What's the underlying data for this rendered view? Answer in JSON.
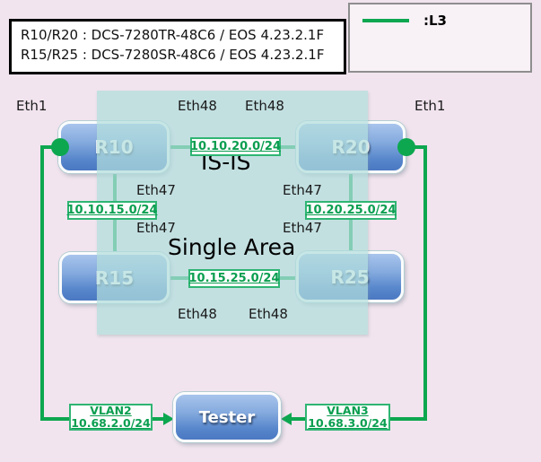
{
  "info_box": {
    "lines": [
      "R10/R20 : DCS-7280TR-48C6 / EOS 4.23.2.1F",
      "R15/R25 : DCS-7280SR-48C6 / EOS 4.23.2.1F"
    ]
  },
  "legend": {
    "l3_label": ":L3",
    "line_color": "#0da750"
  },
  "area": {
    "protocol": "IS-IS",
    "scope": "Single Area"
  },
  "devices": {
    "r10": "R10",
    "r20": "R20",
    "r15": "R15",
    "r25": "R25",
    "tester": "Tester"
  },
  "ports": {
    "r10_eth1": "Eth1",
    "r10_eth48": "Eth48",
    "r20_eth48": "Eth48",
    "r20_eth1": "Eth1",
    "r10_eth47": "Eth47",
    "r15_eth47": "Eth47",
    "r20_eth47": "Eth47",
    "r25_eth47": "Eth47",
    "r15_eth48": "Eth48",
    "r25_eth48": "Eth48"
  },
  "networks": {
    "r10_r20": "10.10.20.0/24",
    "r10_r15": "10.10.15.0/24",
    "r20_r25": "10.20.25.0/24",
    "r15_r25": "10.15.25.0/24",
    "vlan2": {
      "name": "VLAN2",
      "subnet": "10.68.2.0/24"
    },
    "vlan3": {
      "name": "VLAN3",
      "subnet": "10.68.3.0/24"
    }
  },
  "colors": {
    "link_green": "#0da750",
    "label_border_green": "#2fb573",
    "label_text_green": "#0a9e50",
    "router_blue_top": "#a8c4ec",
    "router_blue_bottom": "#4a78c2",
    "area_teal": "#c5e0e2",
    "background_pink": "#f1e4ee"
  }
}
